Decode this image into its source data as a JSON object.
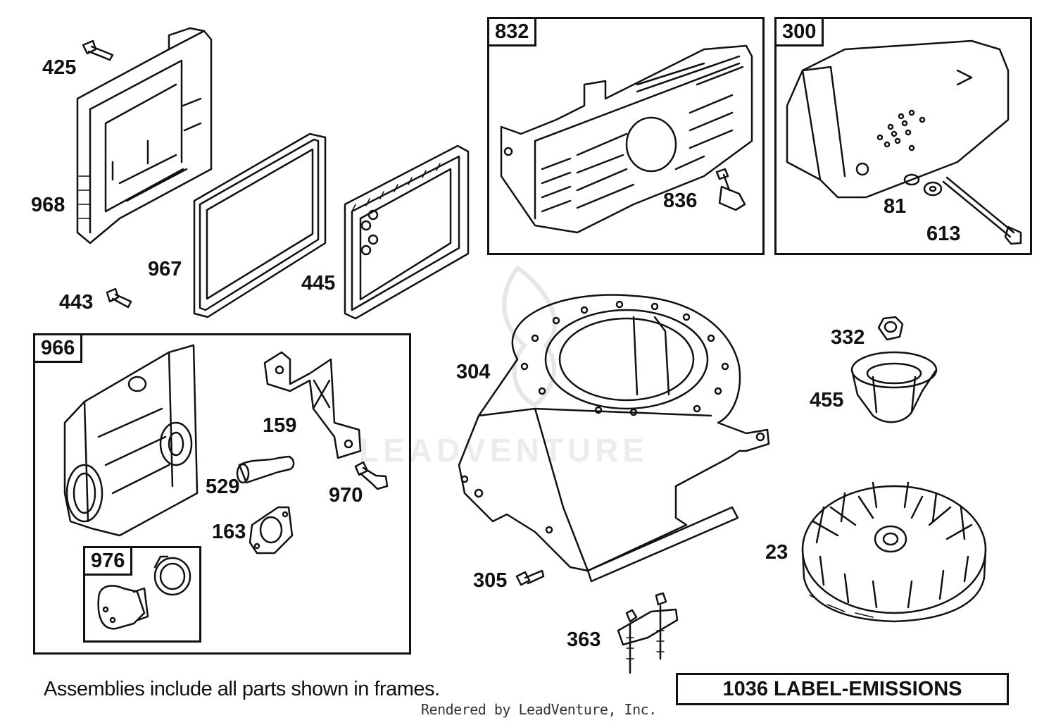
{
  "parts": {
    "p425": "425",
    "p968": "968",
    "p967": "967",
    "p443": "443",
    "p445": "445",
    "p836": "836",
    "p81": "81",
    "p613": "613",
    "p304": "304",
    "p332": "332",
    "p455": "455",
    "p23": "23",
    "p305": "305",
    "p363": "363",
    "p159": "159",
    "p529": "529",
    "p970": "970",
    "p163": "163"
  },
  "frames": {
    "f832": "832",
    "f300": "300",
    "f966": "966",
    "f976": "976"
  },
  "note": "Assemblies include all parts shown in frames.",
  "credit": "Rendered by LeadVenture, Inc.",
  "emissions_label": "1036 LABEL-EMISSIONS",
  "watermark": "LEADVENTURE"
}
